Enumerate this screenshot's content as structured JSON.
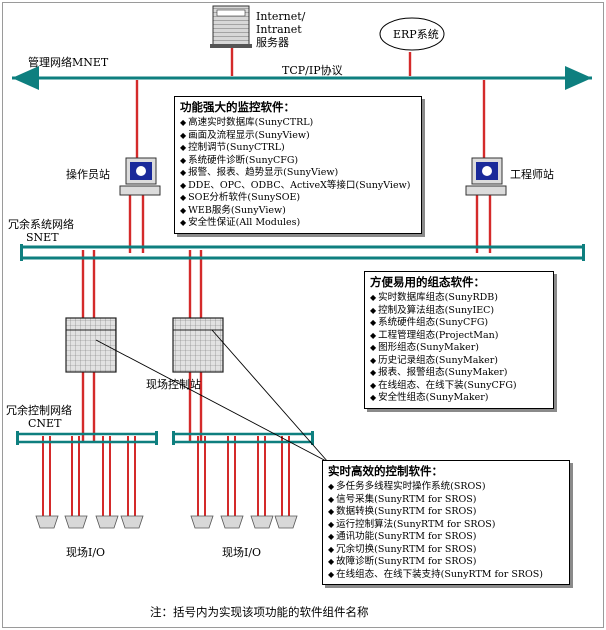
{
  "labels": {
    "internet_server": [
      "Internet/",
      "Intranet",
      "服务器"
    ],
    "erp": "ERP系统",
    "mnet": "管理网络MNET",
    "tcpip": "TCP/IP协议",
    "operator": "操作员站",
    "engineer": "工程师站",
    "snet": [
      "冗余系统网络",
      "SNET"
    ],
    "field_station": "现场控制站",
    "cnet": [
      "冗余控制网络",
      "CNET"
    ],
    "field_io_1": "现场I/O",
    "field_io_2": "现场I/O",
    "footnote": "注：括号内为实现该项功能的软件组件名称"
  },
  "monitor_box": {
    "title": "功能强大的监控软件：",
    "items": [
      "高速实时数据库(SunyCTRL)",
      "画面及流程显示(SunyView)",
      "控制调节(SunyCTRL)",
      "系统硬件诊断(SunyCFG)",
      "报警、报表、趋势显示(SunyView)",
      "DDE、OPC、ODBC、ActiveX等接口(SunyView)",
      "SOE分析软件(SunySOE)",
      "WEB服务(SunyView)",
      "安全性保证(All Modules)"
    ]
  },
  "config_box": {
    "title": "方便易用的组态软件：",
    "items": [
      "实时数据库组态(SunyRDB)",
      "控制及算法组态(SunyIEC)",
      "系统硬件组态(SunyCFG)",
      "工程管理组态(ProjectMan)",
      "图形组态(SunyMaker)",
      "历史记录组态(SunyMaker)",
      "报表、报警组态(SunyMaker)",
      "在线组态、在线下装(SunyCFG)",
      "安全性组态(SunyMaker)"
    ]
  },
  "control_box": {
    "title": "实时高效的控制软件：",
    "items": [
      "多任务多线程实时操作系统(SROS)",
      "信号采集(SunyRTM for SROS)",
      "数据转换(SunyRTM for SROS)",
      "运行控制算法(SunyRTM for SROS)",
      "通讯功能(SunyRTM for SROS)",
      "冗余切换(SunyRTM for SROS)",
      "故障诊断(SunyRTM for SROS)",
      "在线组态、在线下装支持(SunyRTM for SROS)"
    ]
  },
  "colors": {
    "network": "#0e7f7f",
    "link": "#d42a2a",
    "device_fill": "#dcdcdc"
  }
}
